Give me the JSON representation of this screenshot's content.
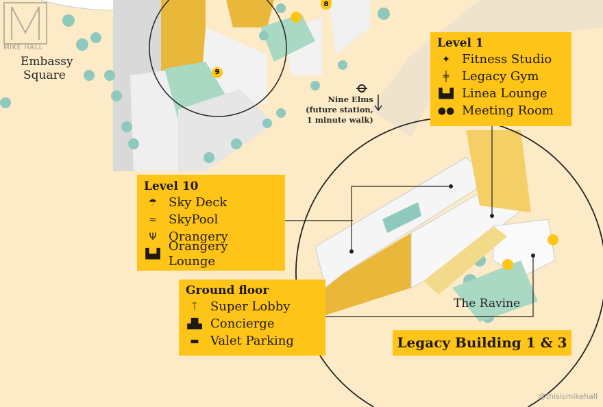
{
  "logo": {
    "text": "MIKE HALL"
  },
  "places": {
    "embassy_square": [
      "Embassy",
      "Square"
    ],
    "nine_elms": [
      "Nine Elms",
      "(future station,",
      "1 minute walk)"
    ],
    "ravine": "The Ravine",
    "building": "Legacy Building 1 & 3"
  },
  "markers": [
    "9",
    "8"
  ],
  "level1": {
    "title": "Level 1",
    "items": [
      {
        "icon": "fitness-icon",
        "label": "Fitness Studio"
      },
      {
        "icon": "dumbbell-icon",
        "label": "Legacy Gym"
      },
      {
        "icon": "sofa-icon",
        "label": "Linea Lounge"
      },
      {
        "icon": "people-icon",
        "label": "Meeting Room"
      }
    ]
  },
  "level10": {
    "title": "Level 10",
    "items": [
      {
        "icon": "parasol-icon",
        "label": "Sky Deck"
      },
      {
        "icon": "swimmer-icon",
        "label": "SkyPool"
      },
      {
        "icon": "dining-icon",
        "label": "Orangery"
      },
      {
        "icon": "sofa-icon",
        "label": "Orangery Lounge"
      }
    ]
  },
  "ground": {
    "title": "Ground floor",
    "items": [
      {
        "icon": "lobby-icon",
        "label": "Super Lobby"
      },
      {
        "icon": "concierge-icon",
        "label": "Concierge"
      },
      {
        "icon": "car-icon",
        "label": "Valet Parking"
      }
    ]
  },
  "watermark": "@thisismikehall",
  "colors": {
    "accent": "#fec418",
    "background": "#fcebc6",
    "tree": "#8fc9bd",
    "building": "#eeeeee"
  }
}
